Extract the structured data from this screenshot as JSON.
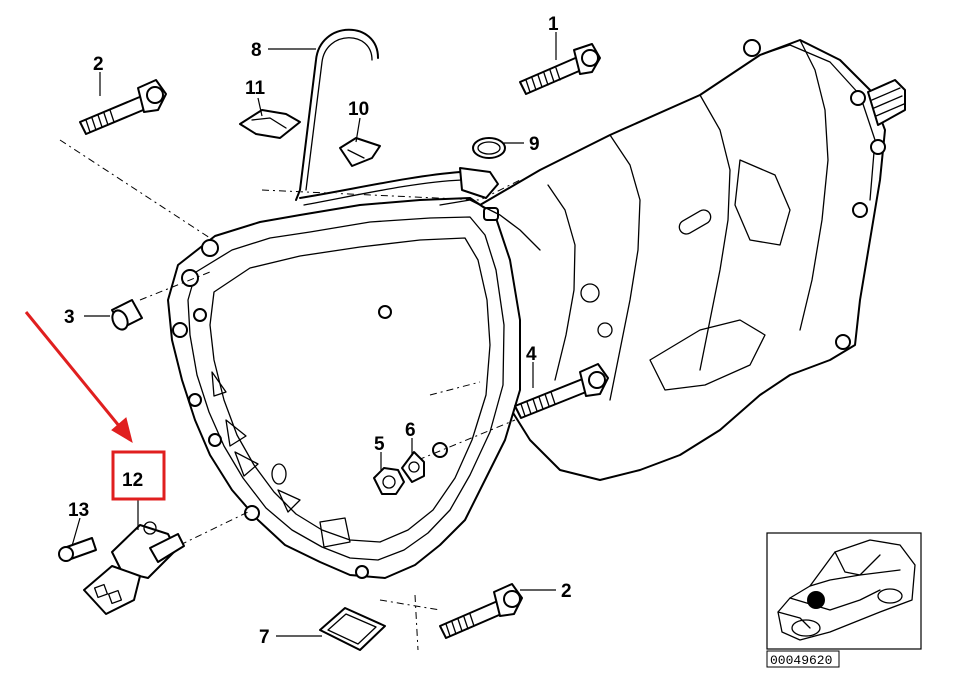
{
  "callouts": [
    {
      "id": "1",
      "text": "1"
    },
    {
      "id": "2a",
      "text": "2"
    },
    {
      "id": "2b",
      "text": "2"
    },
    {
      "id": "3",
      "text": "3"
    },
    {
      "id": "4",
      "text": "4"
    },
    {
      "id": "5",
      "text": "5"
    },
    {
      "id": "6",
      "text": "6"
    },
    {
      "id": "7",
      "text": "7"
    },
    {
      "id": "8",
      "text": "8"
    },
    {
      "id": "9",
      "text": "9"
    },
    {
      "id": "10",
      "text": "10"
    },
    {
      "id": "11",
      "text": "11"
    },
    {
      "id": "12",
      "text": "12"
    },
    {
      "id": "13",
      "text": "13"
    }
  ],
  "inset": {
    "code": "00049620"
  },
  "highlight": {
    "target": "12",
    "color": "#e01f1f"
  },
  "colors": {
    "line": "#000000",
    "highlight": "#e01f1f",
    "background": "#ffffff"
  }
}
